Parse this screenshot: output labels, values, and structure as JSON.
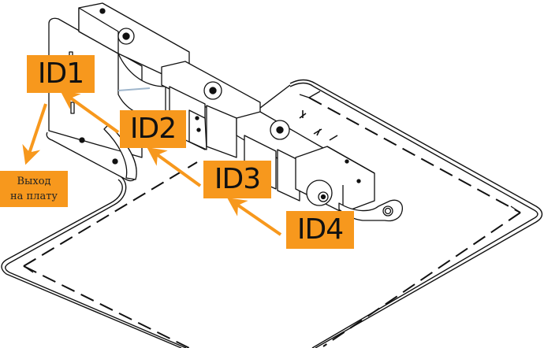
{
  "diagram": {
    "title": "Servo chain assembly on base plate",
    "labels": [
      {
        "id": "id1",
        "text": "ID1"
      },
      {
        "id": "id2",
        "text": "ID2"
      },
      {
        "id": "id3",
        "text": "ID3"
      },
      {
        "id": "id4",
        "text": "ID4"
      }
    ],
    "note": {
      "line1": "Выход",
      "line2": "на плату"
    },
    "colors": {
      "accent": "#f7981d",
      "line": "#111111",
      "background": "#ffffff"
    }
  }
}
